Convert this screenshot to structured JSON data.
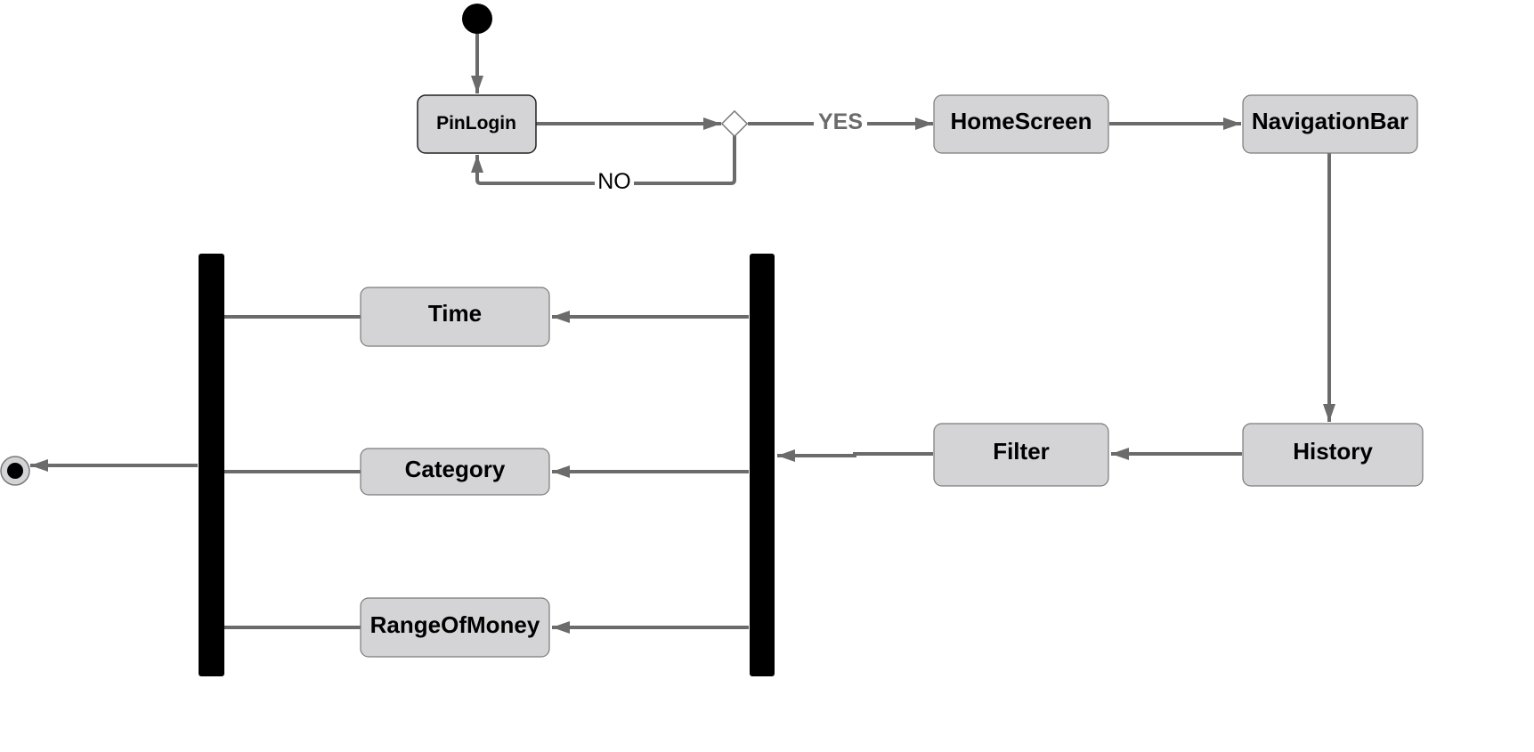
{
  "diagram": {
    "type": "uml-activity",
    "colors": {
      "node_fill": "#d4d4d6",
      "node_stroke": "#7a7a7a",
      "edge": "#6b6b6b",
      "bar": "#000000",
      "text": "#000000",
      "yes_label": "#6b6b6b"
    },
    "nodes": {
      "pinlogin": "PinLogin",
      "homescreen": "HomeScreen",
      "navigationbar": "NavigationBar",
      "history": "History",
      "filter": "Filter",
      "time": "Time",
      "category": "Category",
      "rangeofmoney": "RangeOfMoney"
    },
    "edge_labels": {
      "yes": "YES",
      "no": "NO"
    }
  }
}
